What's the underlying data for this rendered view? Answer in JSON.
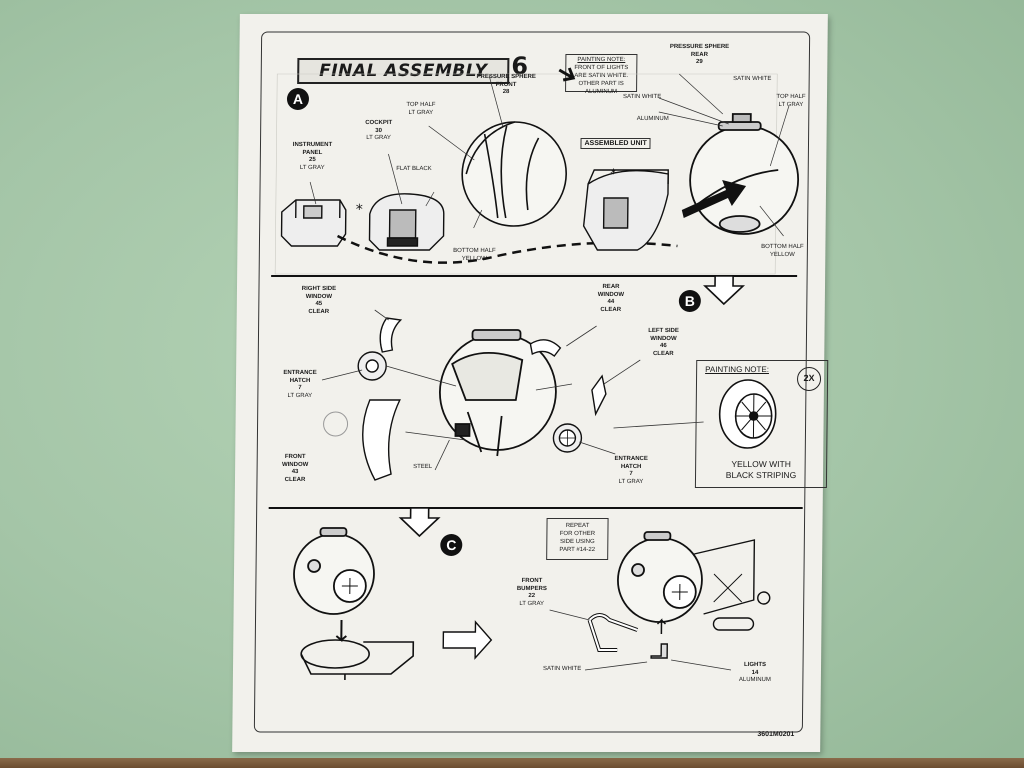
{
  "header": {
    "title": "FINAL ASSEMBLY",
    "step_number": "6",
    "painting_note": {
      "title": "PAINTING NOTE:",
      "lines": [
        "FRONT OF LIGHTS",
        "ARE SATIN WHITE.",
        "OTHER PART IS",
        "ALUMINUM"
      ]
    }
  },
  "step_a": {
    "letter": "A",
    "labels": {
      "instrument_panel": {
        "name": [
          "INSTRUMENT",
          "PANEL"
        ],
        "part": "25",
        "color": "LT GRAY"
      },
      "cockpit": {
        "name": [
          "COCKPIT"
        ],
        "part": "30",
        "color": "LT GRAY"
      },
      "flat_black": "FLAT BLACK",
      "top_half": [
        "TOP HALF",
        "LT GRAY"
      ],
      "pressure_sphere_front": {
        "name": [
          "PRESSURE SPHERE",
          "FRONT"
        ],
        "part": "28"
      },
      "assembled_unit": "ASSEMBLED UNIT",
      "bottom_half_left": [
        "BOTTOM HALF",
        "YELLOW"
      ],
      "pressure_sphere_rear": {
        "name": [
          "PRESSURE SPHERE",
          "REAR"
        ],
        "part": "29"
      },
      "satin_white_1": "SATIN WHITE",
      "satin_white_2": "SATIN WHITE",
      "aluminum": "ALUMINUM",
      "top_half_right": [
        "TOP HALF",
        "LT GRAY"
      ],
      "bottom_half_right": [
        "BOTTOM HALF",
        "YELLOW"
      ]
    }
  },
  "step_b": {
    "letter": "B",
    "labels": {
      "right_side_window": {
        "name": [
          "RIGHT SIDE",
          "WINDOW"
        ],
        "part": "45",
        "color": "CLEAR"
      },
      "rear_window": {
        "name": [
          "REAR",
          "WINDOW"
        ],
        "part": "44",
        "color": "CLEAR"
      },
      "left_side_window": {
        "name": [
          "LEFT SIDE",
          "WINDOW"
        ],
        "part": "46",
        "color": "CLEAR"
      },
      "entrance_hatch_left": {
        "name": [
          "ENTRANCE",
          "HATCH"
        ],
        "part": "7",
        "color": "LT GRAY"
      },
      "front_window": {
        "name": [
          "FRONT",
          "WINDOW"
        ],
        "part": "43",
        "color": "CLEAR"
      },
      "steel": "STEEL",
      "entrance_hatch_right": {
        "name": [
          "ENTRANCE",
          "HATCH"
        ],
        "part": "7",
        "color": "LT GRAY"
      }
    },
    "painting_note": {
      "title": "PAINTING NOTE:",
      "multiplier": "2X",
      "caption": [
        "YELLOW WITH",
        "BLACK STRIPING"
      ]
    }
  },
  "step_c": {
    "letter": "C",
    "repeat_note": [
      "REPEAT",
      "FOR OTHER",
      "SIDE USING",
      "PART #14-22"
    ],
    "labels": {
      "front_bumpers": {
        "name": [
          "FRONT",
          "BUMPERS"
        ],
        "part": "22",
        "color": "LT GRAY"
      },
      "satin_white": "SATIN WHITE",
      "lights": {
        "name": [
          "LIGHTS"
        ],
        "part": "14",
        "color": "ALUMINUM"
      }
    }
  },
  "footer": {
    "code": "3601M0201"
  }
}
